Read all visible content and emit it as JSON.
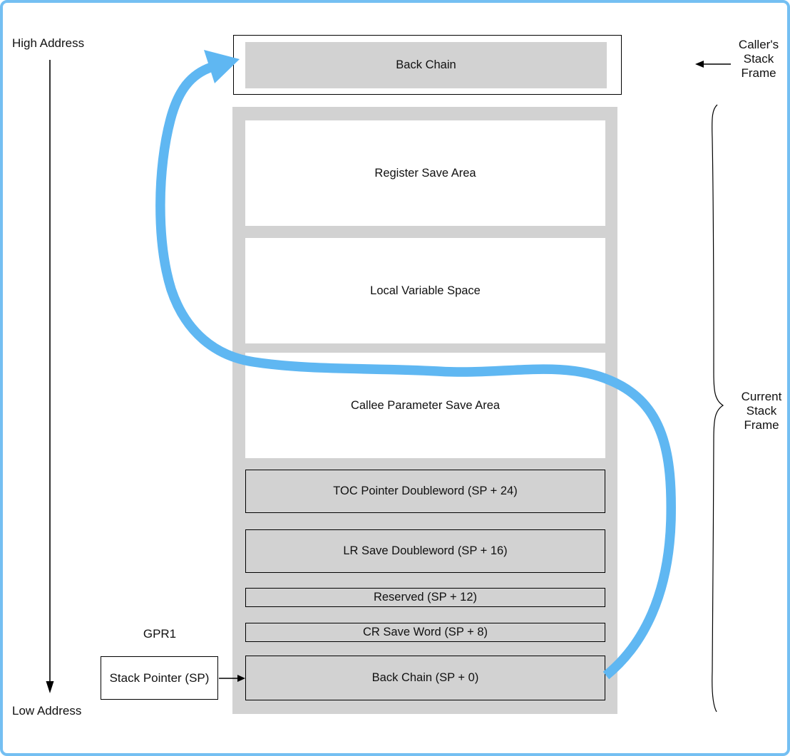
{
  "colors": {
    "accent_blue": "#5FB7F2",
    "frame_border": "#74BFF2",
    "box_gray": "#D2D2D2",
    "line_black": "#000000"
  },
  "labels": {
    "high_address": "High Address",
    "low_address": "Low Address",
    "gpr1": "GPR1"
  },
  "caller_frame": {
    "box_label": "Back Chain",
    "side_label": [
      "Caller's",
      "Stack",
      "Frame"
    ]
  },
  "current_frame": {
    "side_label": [
      "Current",
      "Stack",
      "Frame"
    ],
    "boxes": [
      {
        "label": "Register Save Area",
        "style": "white"
      },
      {
        "label": "Local Variable Space",
        "style": "white"
      },
      {
        "label": "Callee Parameter Save Area",
        "style": "white"
      },
      {
        "label": "TOC Pointer Doubleword (SP + 24)",
        "style": "gray"
      },
      {
        "label": "LR Save Doubleword (SP + 16)",
        "style": "gray"
      },
      {
        "label": "Reserved (SP + 12)",
        "style": "gray"
      },
      {
        "label": "CR Save Word (SP + 8)",
        "style": "gray"
      },
      {
        "label": "Back Chain (SP + 0)",
        "style": "gray"
      }
    ]
  },
  "stack_pointer": {
    "label": "Stack Pointer (SP)"
  }
}
